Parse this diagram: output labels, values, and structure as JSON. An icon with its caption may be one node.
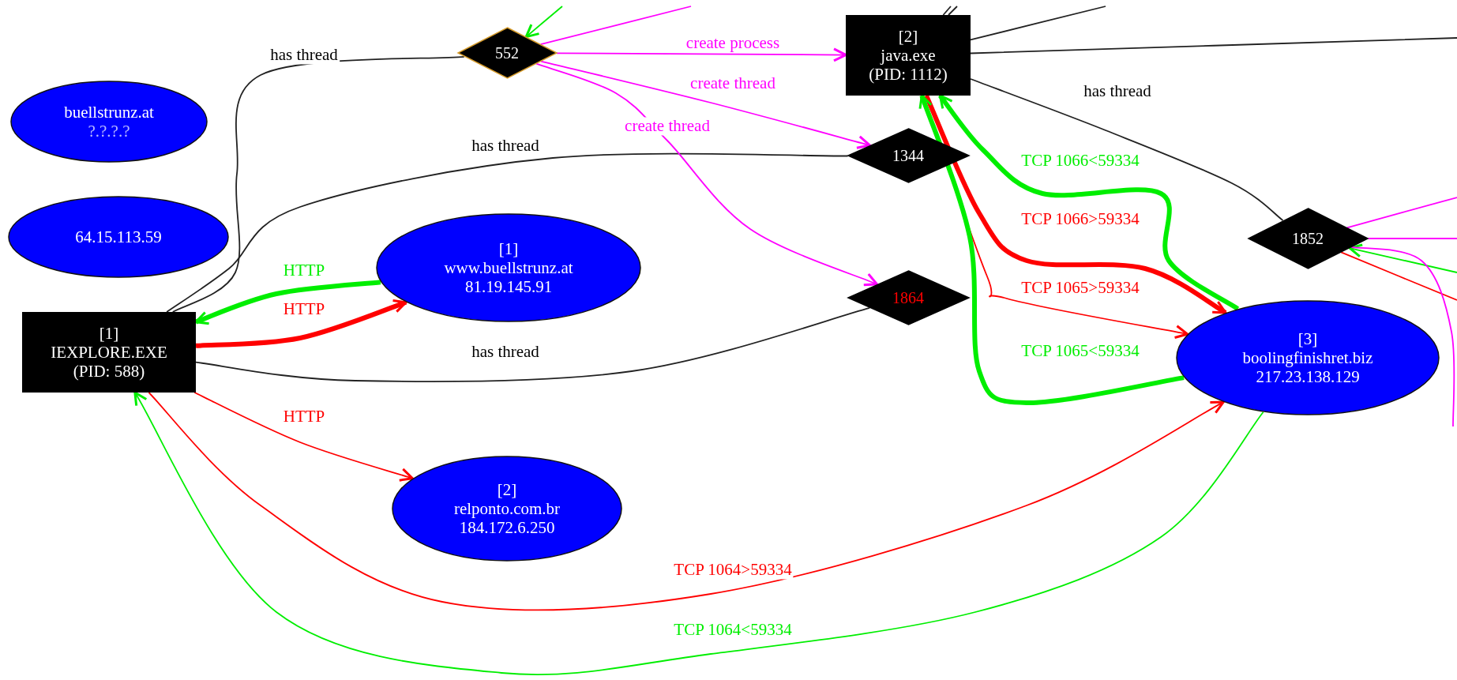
{
  "diagram": {
    "nodes": [
      {
        "text": [
          "buellstrunz.at",
          "?.?.?.?"
        ]
      },
      {
        "text": [
          "64.15.113.59"
        ]
      },
      {
        "text": [
          "[1]",
          "IEXPLORE.EXE",
          "(PID: 588)"
        ]
      },
      {
        "text": [
          "[1]",
          "www.buellstrunz.at",
          "81.19.145.91"
        ]
      },
      {
        "text": [
          "[2]",
          "relponto.com.br",
          "184.172.6.250"
        ]
      },
      {
        "text": [
          "552"
        ]
      },
      {
        "text": [
          "[2]",
          "java.exe",
          "(PID: 1112)"
        ]
      },
      {
        "text": [
          "1344"
        ]
      },
      {
        "text": [
          "1864"
        ]
      },
      {
        "text": [
          "1852"
        ]
      },
      {
        "text": [
          "[3]",
          "boolingfinishret.biz",
          "217.23.138.129"
        ]
      }
    ],
    "edges": [
      {
        "from": 5,
        "to": 2,
        "arrow": "none",
        "label": "has thread"
      },
      {
        "from": 7,
        "to": 2,
        "arrow": "none",
        "label": "has thread"
      },
      {
        "from": 8,
        "to": 2,
        "arrow": "none",
        "label": "has thread"
      },
      {
        "from": 6,
        "to": 9,
        "arrow": "none",
        "label": "has thread"
      },
      {
        "from": 3,
        "to": 2,
        "arrow": "to",
        "label": "HTTP",
        "style": "thick",
        "color": "#00ee00"
      },
      {
        "from": 2,
        "to": 3,
        "arrow": "to",
        "label": "HTTP",
        "style": "thick",
        "color": "#ff0000"
      },
      {
        "from": 2,
        "to": 4,
        "arrow": "to",
        "label": "HTTP",
        "color": "#ff0000"
      },
      {
        "from": 2,
        "to": 10,
        "arrow": "to",
        "label": "TCP 1064>59334",
        "color": "#ff0000"
      },
      {
        "from": 10,
        "to": 2,
        "arrow": "to",
        "label": "TCP 1064<59334",
        "color": "#00ee00"
      },
      {
        "from": 5,
        "to": 6,
        "arrow": "to",
        "label": "create process",
        "color": "#ff00ff"
      },
      {
        "from": 5,
        "to": 7,
        "arrow": "to",
        "label": "create thread",
        "color": "#ff00ff"
      },
      {
        "from": 5,
        "to": 8,
        "arrow": "to",
        "label": "create thread",
        "color": "#ff00ff"
      },
      {
        "from": 6,
        "to": 10,
        "arrow": "to",
        "label": "TCP 1066>59334",
        "style": "thick",
        "color": "#ff0000"
      },
      {
        "from": 6,
        "to": 10,
        "arrow": "to",
        "label": "TCP 1065>59334",
        "color": "#ff0000"
      },
      {
        "from": 10,
        "to": 6,
        "arrow": "to",
        "label": "TCP 1066<59334",
        "style": "thick",
        "color": "#00ee00"
      },
      {
        "from": 10,
        "to": 6,
        "arrow": "to",
        "label": "TCP 1065<59334",
        "style": "thick",
        "color": "#00ee00"
      },
      {
        "from": null,
        "to": 5,
        "arrow": "to",
        "color": "#00ee00"
      },
      {
        "from": 5,
        "to": null,
        "arrow": "none",
        "color": "#ff00ff"
      },
      {
        "from": 6,
        "to": null,
        "arrow": "none"
      },
      {
        "from": 6,
        "to": null,
        "arrow": "none"
      },
      {
        "from": 6,
        "to": null,
        "arrow": "none"
      },
      {
        "from": 6,
        "to": null,
        "arrow": "none"
      },
      {
        "from": 9,
        "to": null,
        "arrow": "none",
        "color": "#ff00ff"
      },
      {
        "from": 9,
        "to": null,
        "arrow": "none",
        "color": "#ff00ff"
      },
      {
        "from": null,
        "to": 9,
        "arrow": "to",
        "color": "#00ee00"
      },
      {
        "from": 9,
        "to": null,
        "arrow": "none",
        "color": "#ff0000"
      },
      {
        "from": 9,
        "to": null,
        "arrow": "none",
        "color": "#ff00ff"
      }
    ]
  }
}
